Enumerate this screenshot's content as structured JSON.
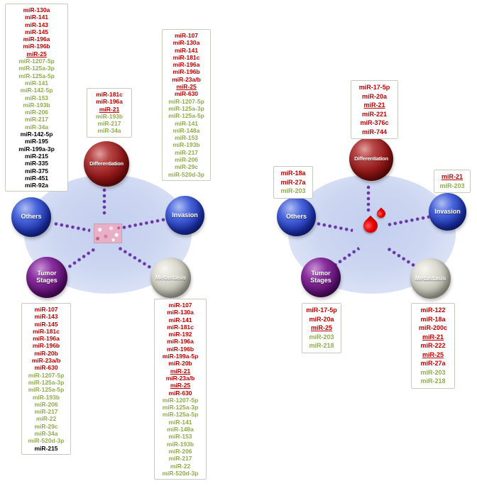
{
  "figure": {
    "node_labels": {
      "differentiation": "Differentiation",
      "others": "Others",
      "invasion": "Invasion",
      "tumor_stages": "Tumor\nStages",
      "metastasis": "Metastasis"
    },
    "colors": {
      "upregulated_red": "#C00000",
      "downregulated_green": "#8FAC4E",
      "other_black": "#000000",
      "connector_purple": "#6A35A8",
      "ellipse_fill": "#CCD6F1"
    },
    "left_panel": {
      "center_icon": "tumor-tissue-image",
      "others": [
        {
          "t": "miR-130a",
          "c": "red"
        },
        {
          "t": "miR-141",
          "c": "red"
        },
        {
          "t": "miR-143",
          "c": "red"
        },
        {
          "t": "miR-145",
          "c": "red"
        },
        {
          "t": "miR-196a",
          "c": "red"
        },
        {
          "t": "miR-196b",
          "c": "red"
        },
        {
          "t": "miR-25",
          "c": "red",
          "u": true
        },
        {
          "t": "miR-1207-5p",
          "c": "green"
        },
        {
          "t": "miR-125a-3p",
          "c": "green"
        },
        {
          "t": "miR-125a-5p",
          "c": "green"
        },
        {
          "t": "miR-141",
          "c": "green"
        },
        {
          "t": "miR-142-5p",
          "c": "green"
        },
        {
          "t": "miR-153",
          "c": "green"
        },
        {
          "t": "miR-193b",
          "c": "green"
        },
        {
          "t": "miR-206",
          "c": "green"
        },
        {
          "t": "miR-217",
          "c": "green"
        },
        {
          "t": "miR-34a",
          "c": "green"
        },
        {
          "t": "miR-142-5p",
          "c": "black"
        },
        {
          "t": "miR-195",
          "c": "black"
        },
        {
          "t": "miR-199a-3p",
          "c": "black"
        },
        {
          "t": "miR-215",
          "c": "black"
        },
        {
          "t": "miR-335",
          "c": "black"
        },
        {
          "t": "miR-375",
          "c": "black"
        },
        {
          "t": "miR-451",
          "c": "black"
        },
        {
          "t": "miR-92a",
          "c": "black"
        }
      ],
      "differentiation": [
        {
          "t": "miR-181c",
          "c": "red"
        },
        {
          "t": "miR-196a",
          "c": "red"
        },
        {
          "t": "miR-21",
          "c": "red",
          "u": true
        },
        {
          "t": "miR-193b",
          "c": "green"
        },
        {
          "t": "miR-217",
          "c": "green"
        },
        {
          "t": "miR-34a",
          "c": "green"
        }
      ],
      "invasion": [
        {
          "t": "miR-107",
          "c": "red"
        },
        {
          "t": "miR-130a",
          "c": "red"
        },
        {
          "t": "miR-141",
          "c": "red"
        },
        {
          "t": "miR-181c",
          "c": "red"
        },
        {
          "t": "miR-196a",
          "c": "red"
        },
        {
          "t": "miR-196b",
          "c": "red"
        },
        {
          "t": "miR-23a/b",
          "c": "red"
        },
        {
          "t": "miR-25",
          "c": "red",
          "u": true
        },
        {
          "t": "miR-630",
          "c": "red"
        },
        {
          "t": "miR-1207-5p",
          "c": "green"
        },
        {
          "t": "miR-125a-3p",
          "c": "green"
        },
        {
          "t": "miR-125a-5p",
          "c": "green"
        },
        {
          "t": "miR-141",
          "c": "green"
        },
        {
          "t": "miR-148a",
          "c": "green"
        },
        {
          "t": "miR-153",
          "c": "green"
        },
        {
          "t": "miR-193b",
          "c": "green"
        },
        {
          "t": "miR-217",
          "c": "green"
        },
        {
          "t": "miR-206",
          "c": "green"
        },
        {
          "t": "miR-29c",
          "c": "green"
        },
        {
          "t": "miR-520d-3p",
          "c": "green"
        }
      ],
      "tumor_stages": [
        {
          "t": "miR-107",
          "c": "red"
        },
        {
          "t": "miR-143",
          "c": "red"
        },
        {
          "t": "miR-145",
          "c": "red"
        },
        {
          "t": "miR-181c",
          "c": "red"
        },
        {
          "t": "miR-196a",
          "c": "red"
        },
        {
          "t": "miR-196b",
          "c": "red"
        },
        {
          "t": "miR-20b",
          "c": "red"
        },
        {
          "t": "miR-23a/b",
          "c": "red"
        },
        {
          "t": "miR-630",
          "c": "red"
        },
        {
          "t": "miR-1207-5p",
          "c": "green"
        },
        {
          "t": "miR-125a-3p",
          "c": "green"
        },
        {
          "t": "miR-125a-5p",
          "c": "green"
        },
        {
          "t": "miR-193b",
          "c": "green"
        },
        {
          "t": "miR-206",
          "c": "green"
        },
        {
          "t": "miR-217",
          "c": "green"
        },
        {
          "t": "miR-22",
          "c": "green"
        },
        {
          "t": "miR-29c",
          "c": "green"
        },
        {
          "t": "miR-34a",
          "c": "green"
        },
        {
          "t": "miR-520d-3p",
          "c": "green"
        },
        {
          "t": "miR-215",
          "c": "black"
        }
      ],
      "metastasis": [
        {
          "t": "miR-107",
          "c": "red"
        },
        {
          "t": "miR-130a",
          "c": "red"
        },
        {
          "t": "miR-141",
          "c": "red"
        },
        {
          "t": "miR-181c",
          "c": "red"
        },
        {
          "t": "miR-192",
          "c": "red"
        },
        {
          "t": "miR-196a",
          "c": "red"
        },
        {
          "t": "miR-196b",
          "c": "red"
        },
        {
          "t": "miR-199a-5p",
          "c": "red"
        },
        {
          "t": "miR-20b",
          "c": "red"
        },
        {
          "t": "miR-21",
          "c": "red",
          "u": true
        },
        {
          "t": "miR-23a/b",
          "c": "red"
        },
        {
          "t": "miR-25",
          "c": "red",
          "u": true
        },
        {
          "t": "miR-630",
          "c": "red"
        },
        {
          "t": "miR-1207-5p",
          "c": "green"
        },
        {
          "t": "miR-125a-3p",
          "c": "green"
        },
        {
          "t": "miR-125a-5p",
          "c": "green"
        },
        {
          "t": "miR-141",
          "c": "green"
        },
        {
          "t": "miR-148a",
          "c": "green"
        },
        {
          "t": "miR-153",
          "c": "green"
        },
        {
          "t": "miR-193b",
          "c": "green"
        },
        {
          "t": "miR-206",
          "c": "green"
        },
        {
          "t": "miR-217",
          "c": "green"
        },
        {
          "t": "miR-22",
          "c": "green"
        },
        {
          "t": "miR-520d-3p",
          "c": "green"
        }
      ]
    },
    "right_panel": {
      "center_icon": "blood-drops",
      "differentiation": [
        {
          "t": "miR-17-5p",
          "c": "red"
        },
        {
          "t": "miR-20a",
          "c": "red"
        },
        {
          "t": "miR-21",
          "c": "red",
          "u": true
        },
        {
          "t": "miR-221",
          "c": "red"
        },
        {
          "t": "miR-376c",
          "c": "red"
        },
        {
          "t": "miR-744",
          "c": "red"
        }
      ],
      "others": [
        {
          "t": "miR-18a",
          "c": "red"
        },
        {
          "t": "miR-27a",
          "c": "red"
        },
        {
          "t": "miR-203",
          "c": "green"
        }
      ],
      "invasion": [
        {
          "t": "miR-21",
          "c": "red",
          "u": true
        },
        {
          "t": "miR-203",
          "c": "green"
        }
      ],
      "tumor_stages": [
        {
          "t": "miR-17-5p",
          "c": "red"
        },
        {
          "t": "miR-20a",
          "c": "red"
        },
        {
          "t": "miR-25",
          "c": "red",
          "u": true
        },
        {
          "t": "miR-203",
          "c": "green"
        },
        {
          "t": "miR-218",
          "c": "green"
        }
      ],
      "metastasis": [
        {
          "t": "miR-122",
          "c": "red"
        },
        {
          "t": "miR-18a",
          "c": "red"
        },
        {
          "t": "miR-200c",
          "c": "red"
        },
        {
          "t": "miR-21",
          "c": "red",
          "u": true
        },
        {
          "t": "miR-222",
          "c": "red"
        },
        {
          "t": "miR-25",
          "c": "red",
          "u": true
        },
        {
          "t": "miR-27a",
          "c": "red"
        },
        {
          "t": "miR-203",
          "c": "green"
        },
        {
          "t": "miR-218",
          "c": "green"
        }
      ]
    }
  }
}
